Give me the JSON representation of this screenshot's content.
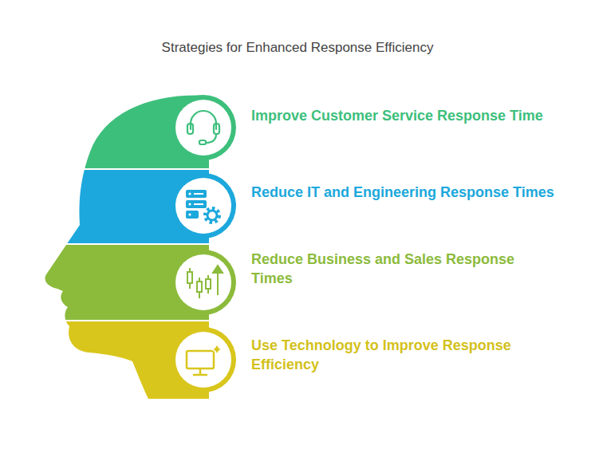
{
  "diagram": {
    "title": "Strategies for Enhanced Response Efficiency",
    "nodes": [
      {
        "text": [
          "Improve Customer Service Response Time"
        ]
      },
      {
        "text": [
          "Reduce IT and Engineering Response Times"
        ]
      },
      {
        "text": [
          "Reduce Business and Sales Response Times"
        ]
      },
      {
        "text": [
          "Use Technology to Improve Response Efficiency"
        ]
      }
    ]
  }
}
